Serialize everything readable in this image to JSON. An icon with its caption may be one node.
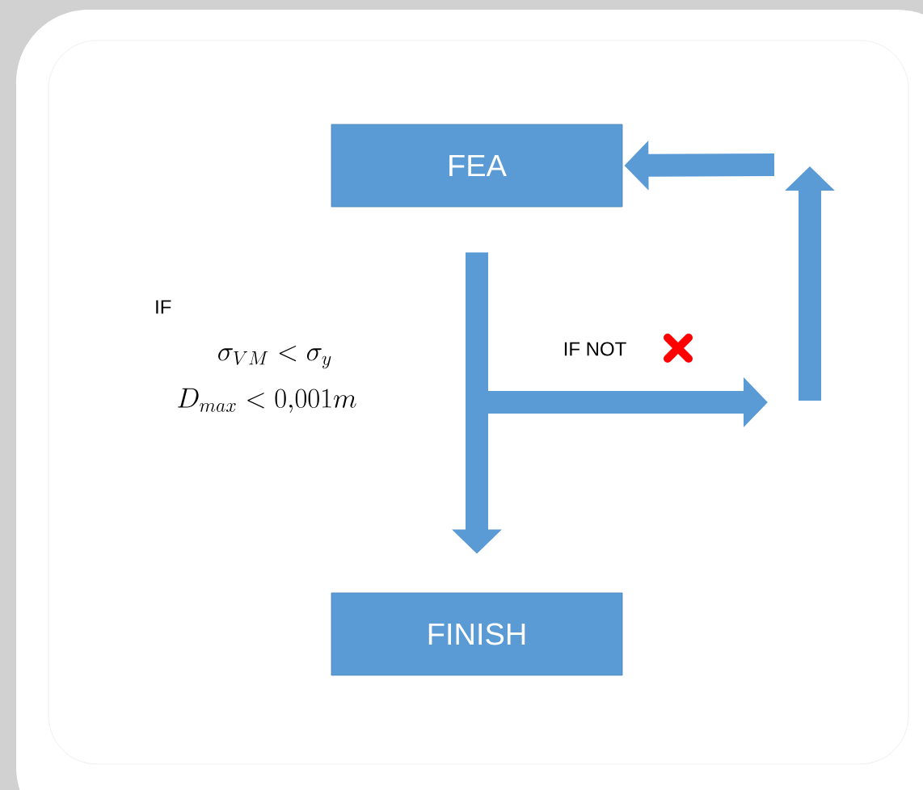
{
  "diagram": {
    "nodes": [
      {
        "text": [
          "FEA"
        ]
      },
      {
        "text": [
          "FINISH"
        ]
      }
    ],
    "edges": [
      {
        "from": 0,
        "to": 1,
        "arrow": "to"
      },
      {
        "from": null,
        "to": 0,
        "arrow": "to",
        "label": "IF NOT"
      }
    ],
    "labels": [
      "IF",
      "\\sigma_{VM} < \\sigma_y",
      "D_{max} < 0{,}001m"
    ]
  }
}
